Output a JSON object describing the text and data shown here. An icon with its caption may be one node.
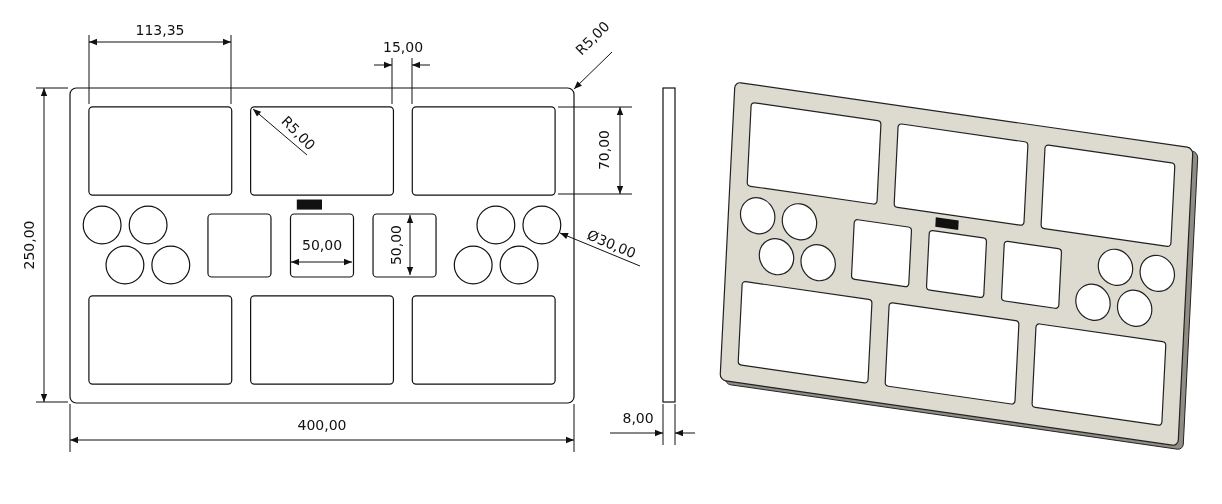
{
  "diagram": {
    "nodes": [
      {
        "text": [
          "R5,00"
        ]
      },
      {
        "text": [
          "R5,00"
        ]
      },
      {
        "text": [
          "Ø30,00"
        ]
      }
    ],
    "edges": [
      {
        "from": 0,
        "to": null,
        "arrow": "to"
      },
      {
        "from": 1,
        "to": null,
        "arrow": "to"
      },
      {
        "from": 2,
        "to": null,
        "arrow": "to"
      }
    ],
    "labels": [
      "113,35",
      "15,00",
      "70,00",
      "250,00",
      "50,00",
      "50,00",
      "400,00",
      "8,00"
    ]
  }
}
